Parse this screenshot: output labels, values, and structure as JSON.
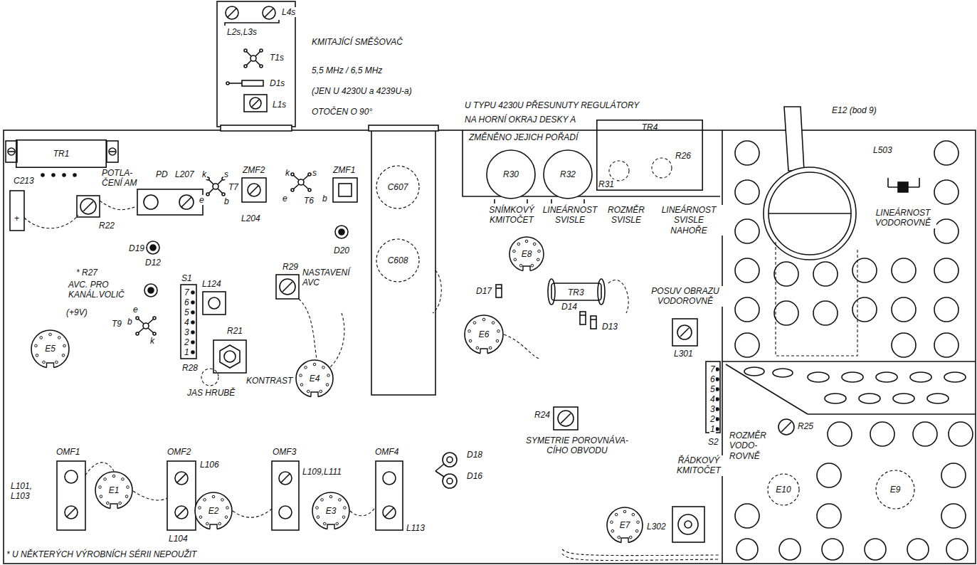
{
  "diagram": {
    "nodes": [
      {
        "text": [
          "TR1"
        ]
      },
      {
        "text": [
          "C607"
        ]
      },
      {
        "text": [
          "C608"
        ]
      },
      {
        "text": [
          "R30"
        ]
      },
      {
        "text": [
          "R32"
        ]
      },
      {
        "text": [
          "TR4"
        ]
      },
      {
        "text": [
          "E8"
        ]
      },
      {
        "text": [
          "E5"
        ]
      },
      {
        "text": [
          "E4"
        ]
      },
      {
        "text": [
          "E6"
        ]
      },
      {
        "text": [
          "E1"
        ]
      },
      {
        "text": [
          "E2"
        ]
      },
      {
        "text": [
          "E3"
        ]
      },
      {
        "text": [
          "E7"
        ]
      },
      {
        "text": [
          "E10"
        ]
      },
      {
        "text": [
          "E9"
        ]
      }
    ],
    "labels": [
      "L4s",
      "L2s,L3s",
      "T1s",
      "D1s",
      "L1s",
      "KMITAJÍCÍ SMĚŠOVAČ",
      "5,5 MHz / 6,5 MHz",
      "(JEN U 4230U a 4239U-a)",
      "OTOČEN O 90°",
      "U TYPU 4230U PŘESUNUTY REGULÁTORY",
      "NA HORNÍ OKRAJ DESKY A",
      "ZMĚNĚNO JEJICH POŘADÍ",
      "E12 (bod 9)",
      "PD",
      "L207",
      "POTLA- ČENÍ AM",
      "C213",
      "+",
      "R22",
      "D19",
      "k",
      "s",
      "T7",
      "e",
      "b",
      "ZMF2",
      "L204",
      "ZMF1",
      "k",
      "s",
      "e",
      "T6",
      "b",
      "D20",
      "SNÍMKOVÝ KMITOČET",
      "LINEÁRNOST SVISLE",
      "R31",
      "R26",
      "ROZMĚR SVISLE",
      "LINEÁRNOST SVISLE NAHOŘE",
      "L503",
      "LINEÁRNOST VODOROVNĚ",
      "D17",
      "TR3",
      "D14",
      "D13",
      "POSUV OBRAZU VODOROVNĚ",
      "L301",
      "7",
      "6",
      "5",
      "4",
      "3",
      "2",
      "1",
      "S2",
      "D12",
      "* R27",
      "AVC. PRO KANÁL.VOLIČ",
      "(+9V)",
      "e",
      "T9",
      "b",
      "k",
      "S1",
      "7",
      "6",
      "5",
      "4",
      "3",
      "2",
      "1",
      "L124",
      "R21",
      "R28",
      "JAS HRUBĚ",
      "KONTRAST",
      "R29",
      "NASTAVENÍ AVC",
      "OMF1",
      "L101, L103",
      "OMF2",
      "L106",
      "L104",
      "OMF3",
      "L109,L111",
      "OMF4",
      "L113",
      "D18",
      "D16",
      "R24",
      "SYMETRIE POROVNÁVA- CÍHO OBVODU",
      "ŘÁDKOVÝ KMITOČET",
      "L302",
      "ROZMĚR VODO- ROVNĚ",
      "R25",
      "* U NĚKTERÝCH VÝROBNÍCH SÉRII NEPOUŽIT"
    ]
  }
}
